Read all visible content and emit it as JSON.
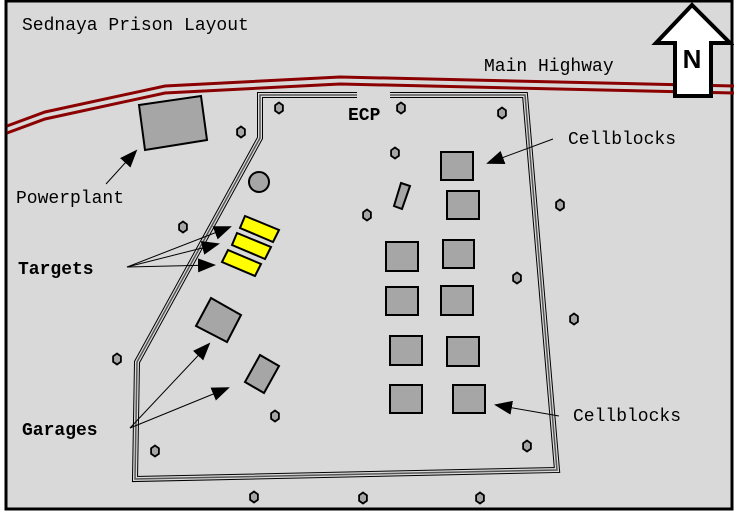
{
  "title": "Sednaya Prison Layout",
  "labels": {
    "highway": "Main Highway",
    "ecp": "ECP",
    "powerplant": "Powerplant",
    "targets": "Targets",
    "garages": "Garages",
    "cellblocks_top": "Cellblocks",
    "cellblocks_bottom": "Cellblocks",
    "north": "N"
  },
  "colors": {
    "background": "#d9d9d9",
    "road": "#8b0000",
    "building_fill": "#a6a6a6",
    "target_fill": "#ffff00",
    "fence": "#555555",
    "outline": "#000000"
  },
  "legend_counts": {
    "cellblocks": 10,
    "targets": 3,
    "garages": 2
  }
}
